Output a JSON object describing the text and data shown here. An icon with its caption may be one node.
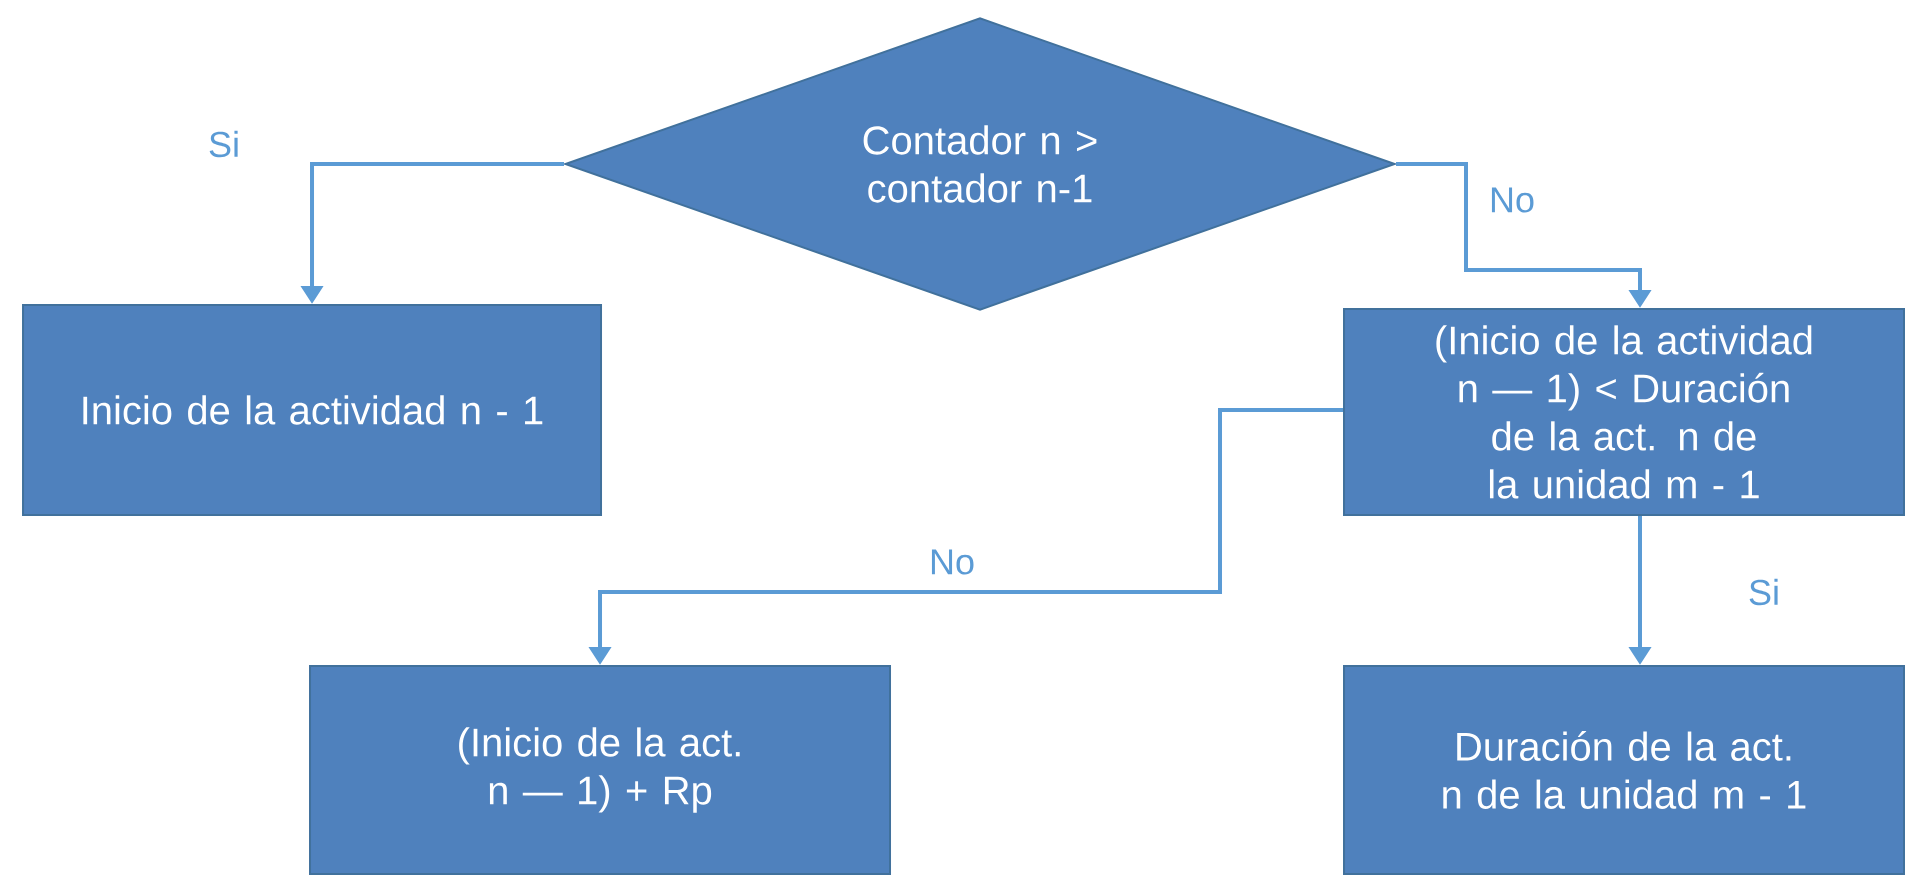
{
  "diagram": {
    "nodes": [
      {
        "text": [
          "Contador n > contador n-1"
        ]
      },
      {
        "text": [
          "Inicio de la actividad n - 1"
        ]
      },
      {
        "text": [
          "(Inicio de la actividad n — 1) < Duración de la act. n de la unidad m - 1"
        ]
      },
      {
        "text": [
          "(Inicio de la act. n — 1) + Rp"
        ]
      },
      {
        "text": [
          "Duración de la act. n de la unidad m - 1"
        ]
      }
    ],
    "edges": [
      {
        "from": 0,
        "to": 1,
        "arrow": "to",
        "label": "Si"
      },
      {
        "from": 0,
        "to": 2,
        "arrow": "to",
        "label": "No"
      },
      {
        "from": 2,
        "to": 3,
        "arrow": "to",
        "label": "No"
      },
      {
        "from": 2,
        "to": 4,
        "arrow": "to",
        "label": "Si"
      }
    ]
  }
}
